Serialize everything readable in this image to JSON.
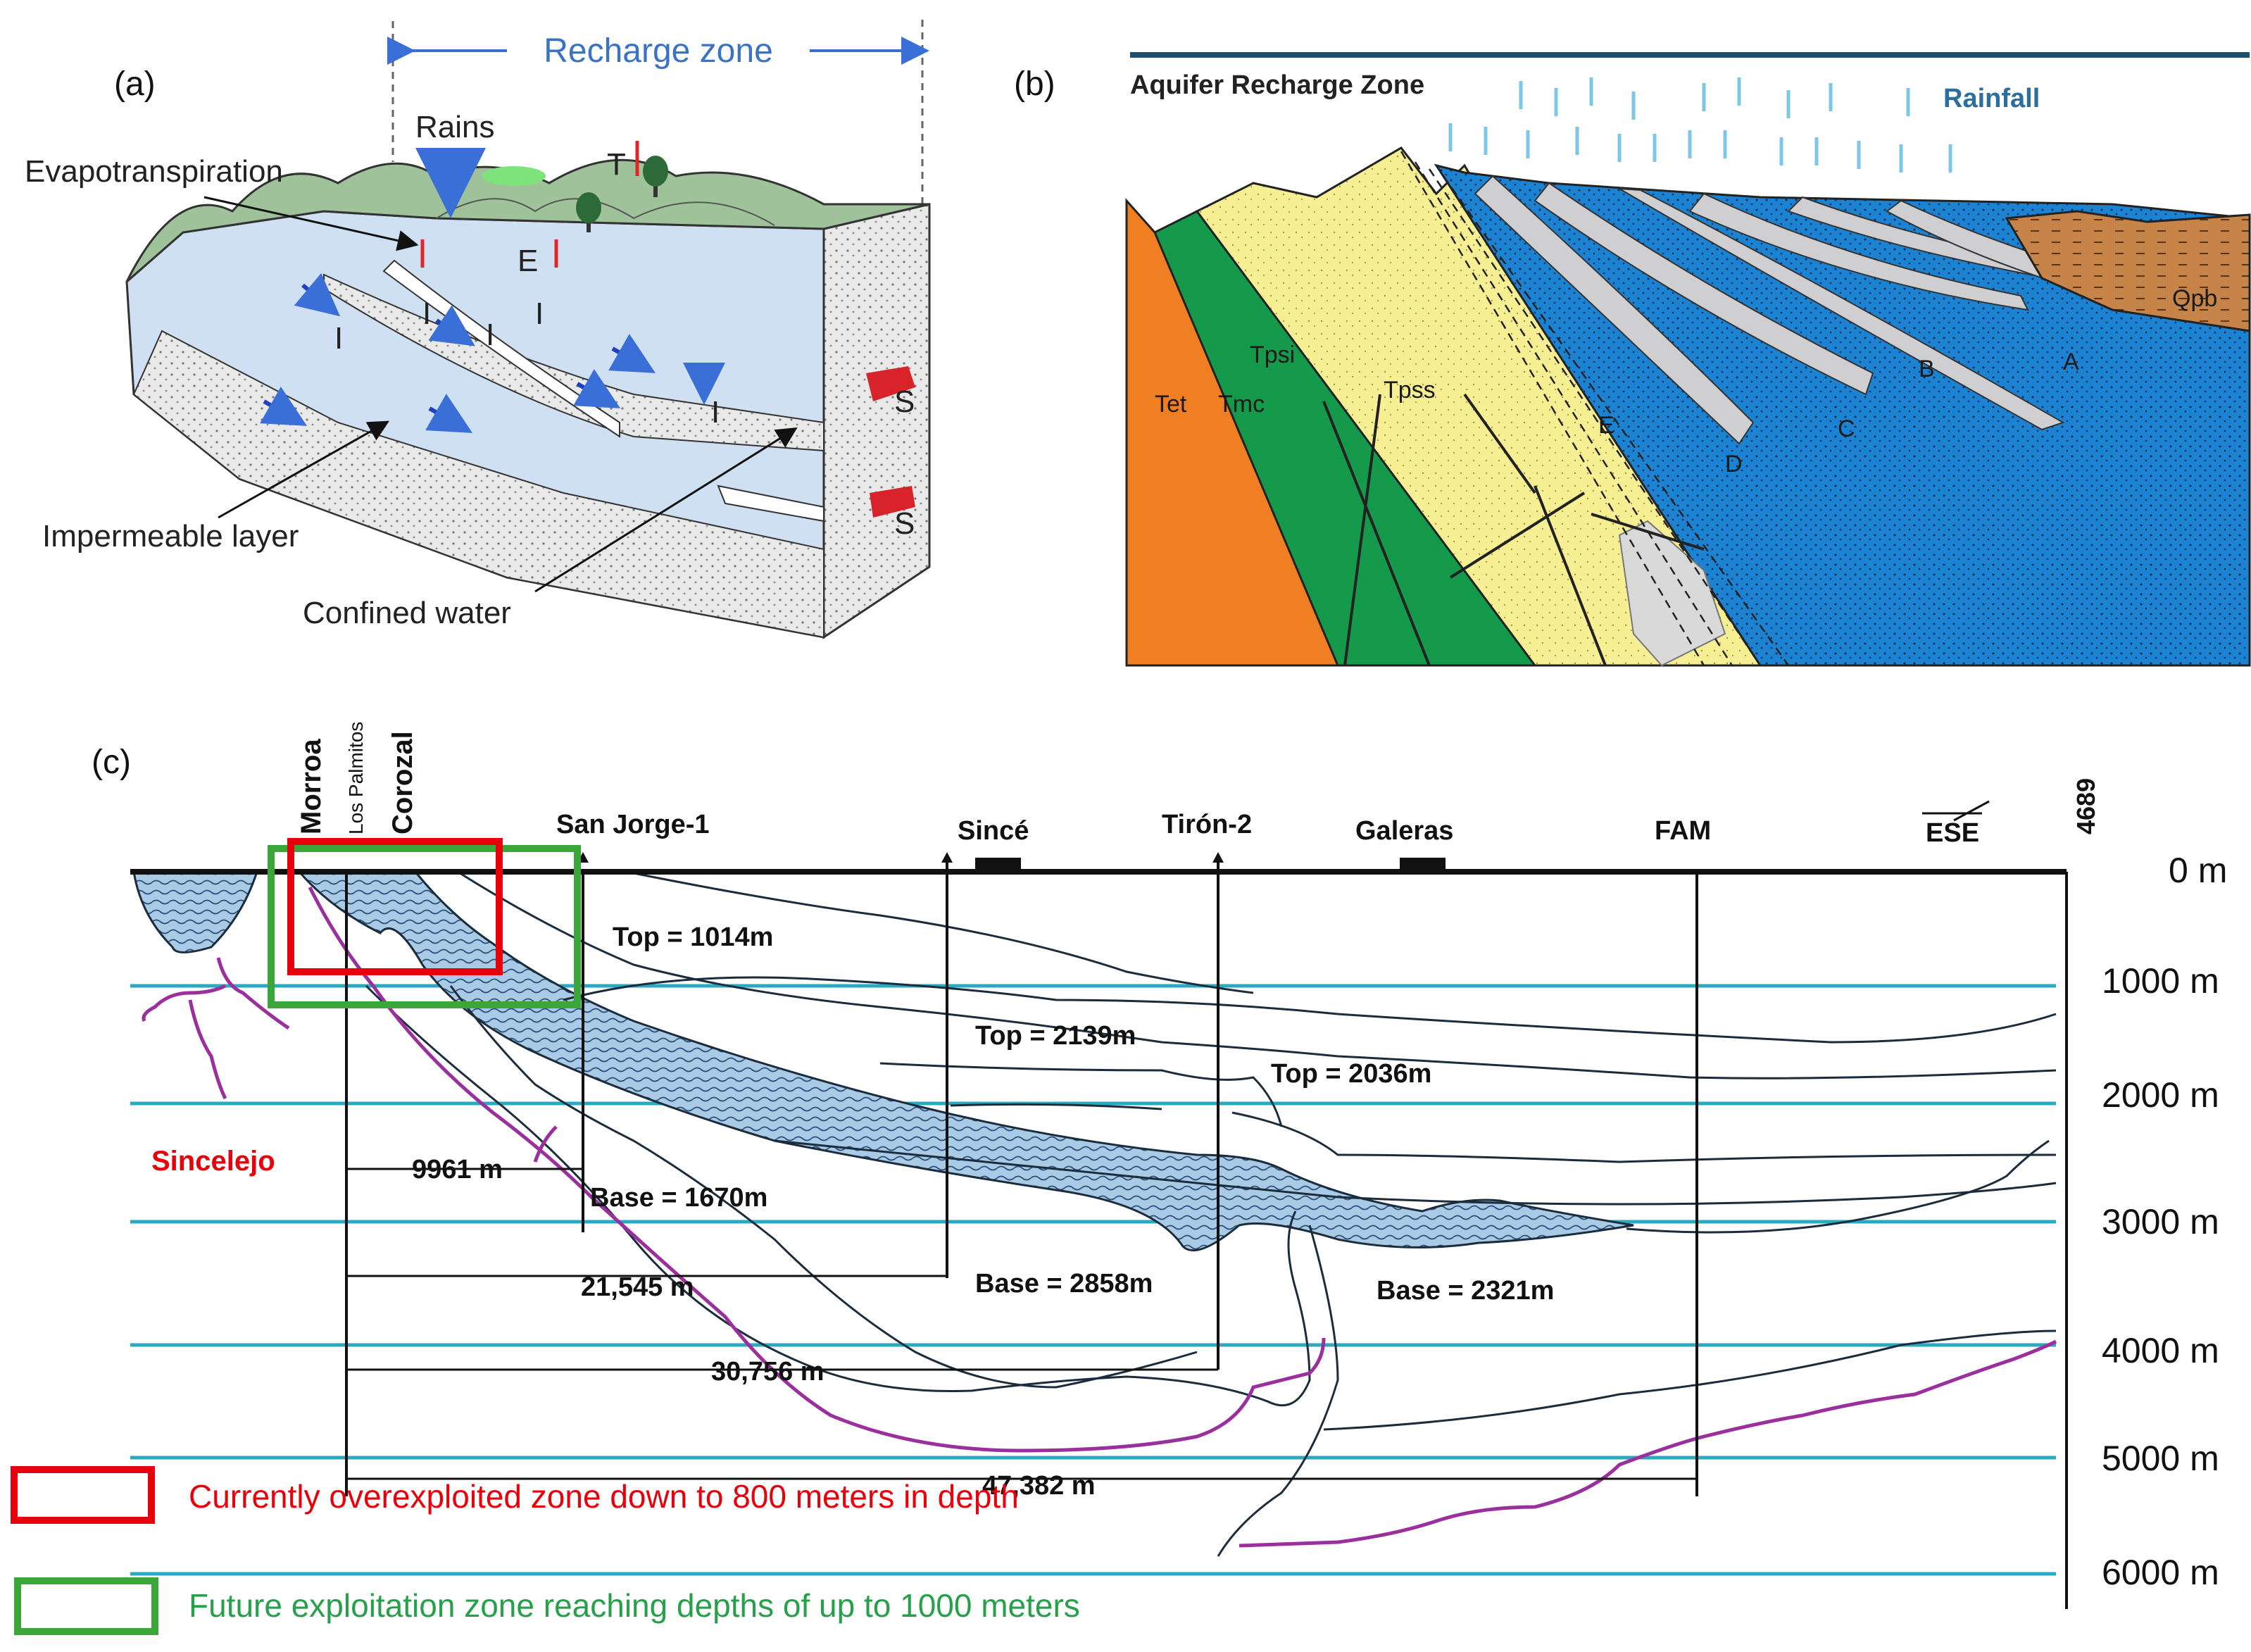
{
  "panels": {
    "a": "(a)",
    "b": "(b)",
    "c": "(c)"
  },
  "panel_a": {
    "recharge_zone": "Recharge zone",
    "rains": "Rains",
    "evapotranspiration": "Evapotranspiration",
    "impermeable_layer": "Impermeable layer",
    "confined_water": "Confined water",
    "letter_I": "I",
    "letter_E": "E",
    "letter_T": "T",
    "letter_S": "S"
  },
  "panel_b": {
    "title": "Aquifer Recharge Zone",
    "rainfall": "Rainfall",
    "units": [
      "Tet",
      "Tmc",
      "Tpsi",
      "Tpss",
      "Qpb",
      "A",
      "B",
      "C",
      "D",
      "E"
    ]
  },
  "panel_c": {
    "sites": [
      "Morroa",
      "Los Palmitos",
      "Corozal",
      "San Jorge-1",
      "Sincé",
      "Tirón-2",
      "Galeras",
      "FAM",
      "ESE",
      "4689"
    ],
    "city": "Sincelejo",
    "depths": [
      "0 m",
      "1000 m",
      "2000 m",
      "3000 m",
      "4000 m",
      "5000 m",
      "6000 m"
    ],
    "tops": [
      "Top = 1014m",
      "Top = 2139m",
      "Top = 2036m"
    ],
    "bases": [
      "Base = 1670m",
      "Base = 2858m",
      "Base = 2321m"
    ],
    "distances": [
      "9961 m",
      "21,545 m",
      "30,756 m",
      "47,382 m"
    ]
  },
  "legend": {
    "red_text": "Currently overexploited zone down to 800 meters in depth",
    "green_text": "Future exploitation zone reaching depths of up to 1000 meters",
    "red_color": "#e8000b",
    "green_color": "#3aa63a"
  },
  "colors": {
    "aquifer_blue": "#a9cbe6",
    "geo_blue": "#1c83d2",
    "geo_orange": "#f07f23",
    "geo_green": "#149a4a",
    "geo_yellow": "#f7ef94",
    "geo_brown": "#c68449",
    "cyan_line": "#2aa9c0",
    "purple_line": "#9b2f9e"
  }
}
